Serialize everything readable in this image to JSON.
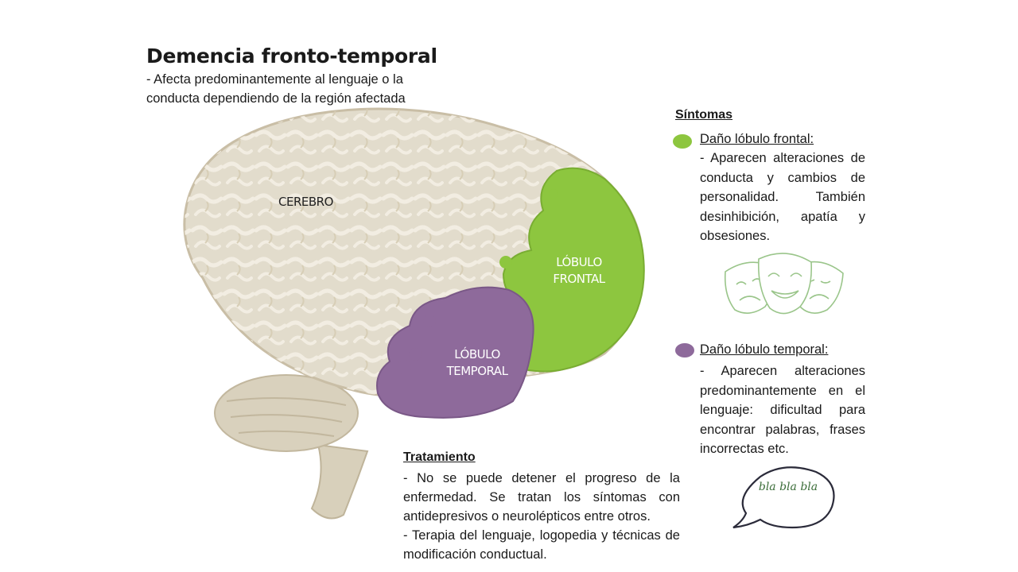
{
  "header": {
    "title": "Demencia fronto-temporal",
    "subtitle": "- Afecta predominantemente al lenguaje o la conducta dependiendo de la región afectada"
  },
  "brain": {
    "label_cerebro": "CEREBRO",
    "label_frontal": "LÓBULO FRONTAL",
    "label_temporal": "LÓBULO TEMPORAL"
  },
  "symptoms": {
    "heading": "Síntomas",
    "frontal": {
      "title": "Daño lóbulo frontal:",
      "description": "- Aparecen alteraciones de conducta y cambios de personalidad. También desinhibición, apatía y obsesiones.",
      "color": "#8dc63f",
      "icon": "theater-masks-icon"
    },
    "temporal": {
      "title": "Daño lóbulo temporal:",
      "description": "- Aparecen alteraciones predominantemente en el lenguaje: dificultad para encontrar palabras, frases incorrectas etc.",
      "color": "#8e6a9b",
      "icon": "speech-bubble-icon",
      "bubble_text": "bla bla bla"
    }
  },
  "treatment": {
    "heading": "Tratamiento",
    "lines": [
      "- No se puede detener el progreso de la enfermedad. Se tratan los síntomas con antidepresivos o neurolépticos entre otros.",
      "- Terapia del lenguaje, logopedia y técnicas de modificación conductual."
    ]
  }
}
